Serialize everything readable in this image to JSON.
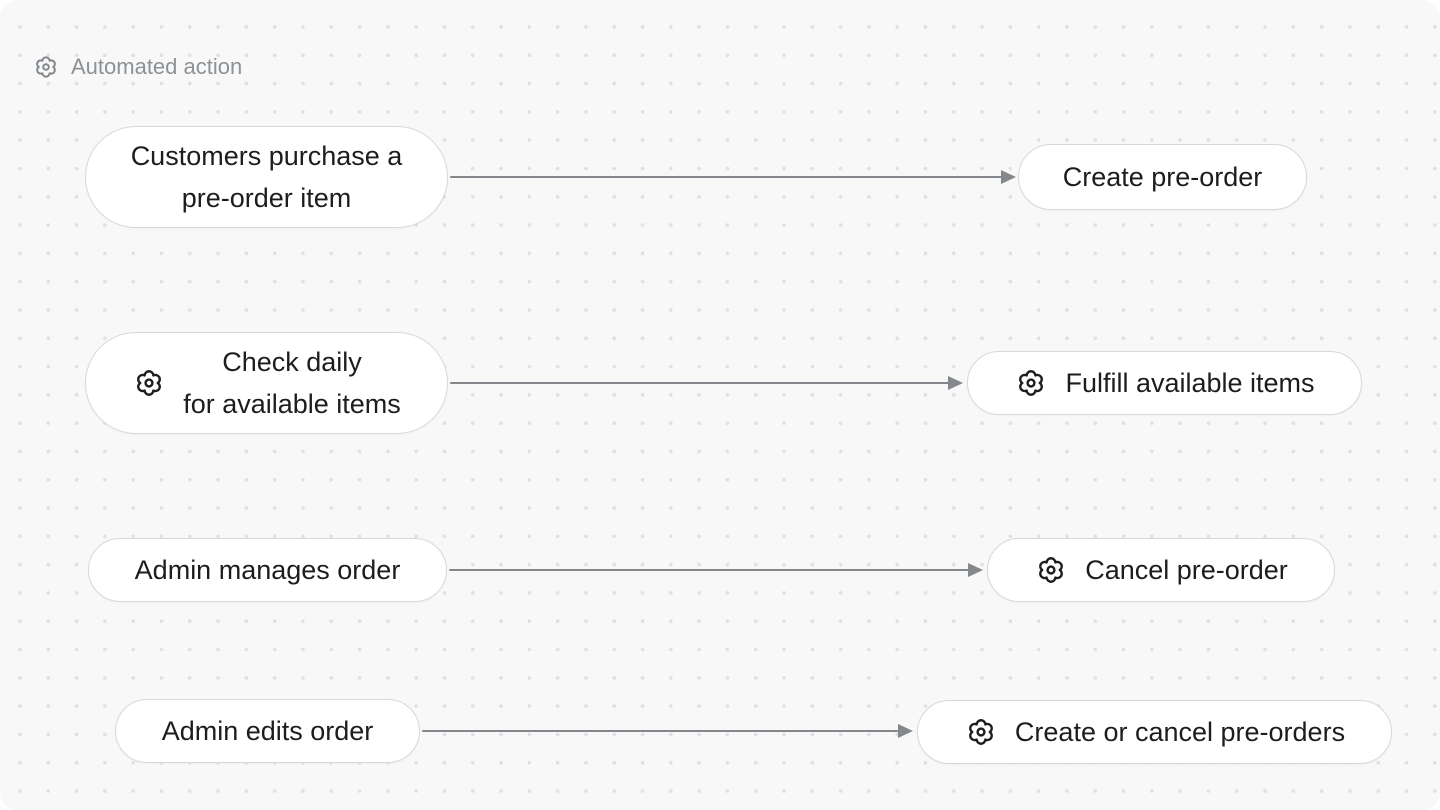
{
  "legend": {
    "icon": "gear-icon",
    "label": "Automated action"
  },
  "colors": {
    "canvas_bg": "#f8f8f9",
    "dot_grid": "#dfe0e3",
    "node_bg": "#ffffff",
    "node_border": "#d6d8db",
    "node_text": "#1b1d1f",
    "arrow": "#84888c",
    "legend_text": "#8b9196"
  },
  "rows": [
    {
      "trigger": {
        "text": "Customers purchase a\npre-order item",
        "automated": false
      },
      "action": {
        "text": "Create pre-order",
        "automated": false
      }
    },
    {
      "trigger": {
        "text": "Check daily\nfor available items",
        "automated": true
      },
      "action": {
        "text": "Fulfill available items",
        "automated": true
      }
    },
    {
      "trigger": {
        "text": "Admin manages order",
        "automated": false
      },
      "action": {
        "text": "Cancel pre-order",
        "automated": true
      }
    },
    {
      "trigger": {
        "text": "Admin edits order",
        "automated": false
      },
      "action": {
        "text": "Create or cancel pre-orders",
        "automated": true
      }
    }
  ]
}
